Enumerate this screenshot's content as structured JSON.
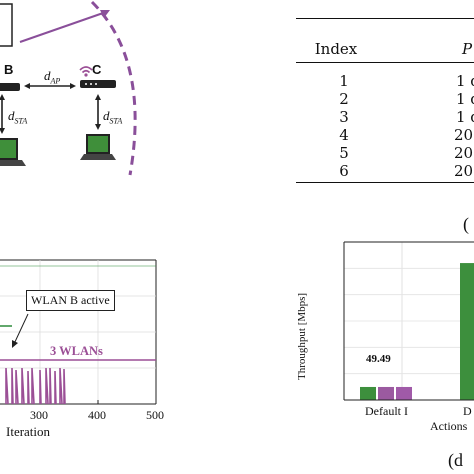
{
  "diagram": {
    "ap_b_label": "B",
    "ap_c_label": "C",
    "d_ap_label": "d",
    "d_ap_sub": "AP",
    "d_sta_label": "d",
    "d_sta_sub": "STA",
    "colors": {
      "screen": "#3f8f3a",
      "dashed_arc": "#8a4f9a",
      "device": "#222222"
    }
  },
  "table": {
    "headers": [
      "Index",
      "P"
    ],
    "rows": [
      {
        "index": "1",
        "p": "1 d"
      },
      {
        "index": "2",
        "p": "1 d"
      },
      {
        "index": "3",
        "p": "1 d"
      },
      {
        "index": "4",
        "p": "20 c"
      },
      {
        "index": "5",
        "p": "20 c"
      },
      {
        "index": "6",
        "p": "20 c"
      }
    ],
    "caption": "("
  },
  "line_chart": {
    "xlabel": "Iteration",
    "xticks": [
      "300",
      "400",
      "500"
    ],
    "annotations": {
      "wlan_b": "WLAN B active",
      "wlans": "3 WLANs"
    },
    "colors": {
      "purple": "#9b4f96",
      "green": "#2e8b3a",
      "grid": "#dddddd"
    }
  },
  "chart_data": {
    "type": "bar",
    "ylabel": "Throughput [Mbps]",
    "xlabel": "Actions",
    "categories": [
      "Default I",
      "D"
    ],
    "series": [
      {
        "values": [
          49.49,
          520
        ]
      },
      {
        "values": [
          49.49,
          null
        ]
      },
      {
        "values": [
          49.49,
          null
        ]
      }
    ],
    "data_label": "49.49",
    "colors": [
      "#3d8f3d",
      "#9b5aa0",
      "#a05aa8"
    ],
    "grid": true
  },
  "bar_caption": "(d"
}
